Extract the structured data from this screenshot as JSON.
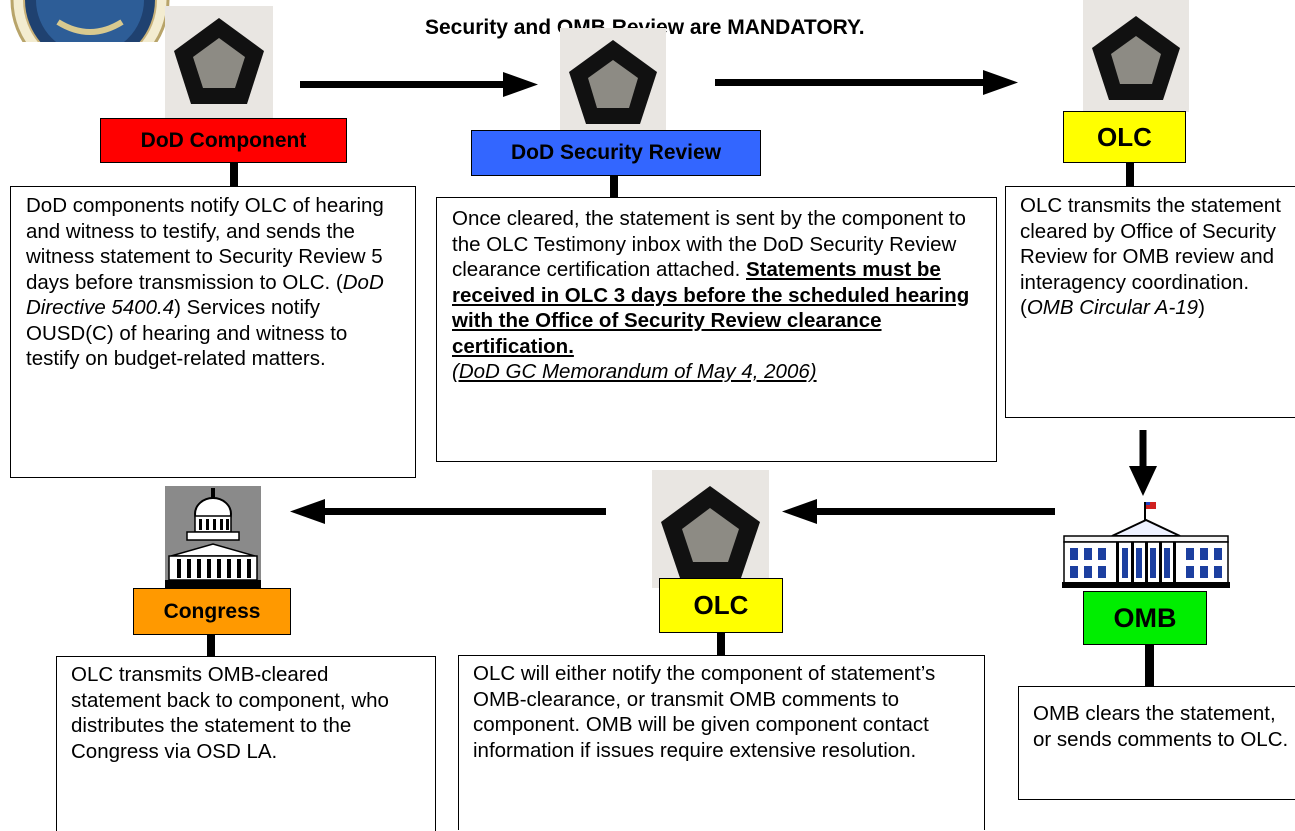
{
  "title": "Security and OMB Review are MANDATORY.",
  "colors": {
    "dod_component": "#ff0000",
    "dod_security_review": "#3366ff",
    "olc": "#ffff00",
    "congress": "#ff9900",
    "omb": "#00ee00"
  },
  "nodes": {
    "dod_component": {
      "label": "DoD Component",
      "icon": "pentagon-icon"
    },
    "dod_security_review": {
      "label": "DoD Security Review",
      "icon": "pentagon-icon"
    },
    "olc_top": {
      "label": "OLC",
      "icon": "pentagon-icon"
    },
    "omb": {
      "label": "OMB",
      "icon": "white-house-icon"
    },
    "olc_bottom": {
      "label": "OLC",
      "icon": "pentagon-icon"
    },
    "congress": {
      "label": "Congress",
      "icon": "capitol-icon"
    }
  },
  "boxes": {
    "dod_component": {
      "t1": "DoD components notify OLC of hearing and witness to testify, and sends the witness statement to Security Review 5 days before transmission to OLC. (",
      "t2": "DoD Directive 5400.4",
      "t3": ") Services notify OUSD(C) of hearing and witness to testify on budget-related matters."
    },
    "dod_security_review": {
      "t1": "Once cleared, the statement is sent by the component to the OLC Testimony inbox with the DoD Security Review clearance certification attached.  ",
      "t2": "Statements must be received in OLC 3 days before the scheduled hearing with the Office of Security Review clearance certification.",
      "t3": "(DoD GC Memorandum of May 4, 2006)"
    },
    "olc_top": {
      "t1": "OLC transmits the statement cleared by Office of Security Review for OMB review and interagency coordination. (",
      "t2": "OMB Circular A-19",
      "t3": ")"
    },
    "omb": {
      "t1": "OMB clears the statement, or sends comments to OLC."
    },
    "olc_bottom": {
      "t1": "OLC will either notify the component of statement’s OMB-clearance, or transmit OMB comments to component.  OMB will be given component contact information if issues require extensive resolution."
    },
    "congress": {
      "t1": "OLC transmits OMB-cleared statement back to component, who distributes the statement to the Congress via OSD LA."
    }
  }
}
